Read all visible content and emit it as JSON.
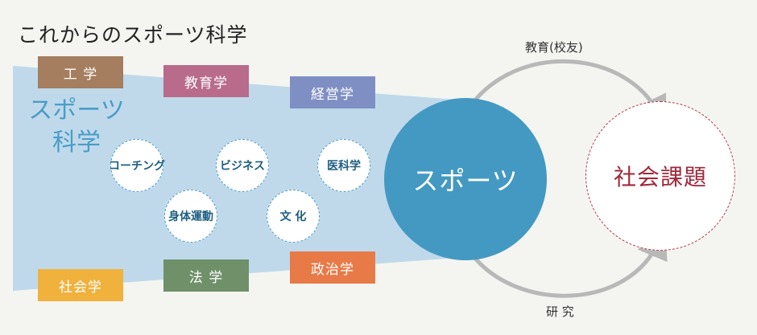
{
  "title": "これからのスポーツ科学",
  "sports_science": {
    "line1": "スポーツ",
    "line2": "科学"
  },
  "fields": [
    {
      "label": "工 学",
      "color": "#a47e5e"
    },
    {
      "label": "教育学",
      "color": "#b86b8b"
    },
    {
      "label": "経営学",
      "color": "#7f8fc4"
    },
    {
      "label": "社会学",
      "color": "#f0b13d"
    },
    {
      "label": "法 学",
      "color": "#6f9068"
    },
    {
      "label": "政治学",
      "color": "#e87a47"
    }
  ],
  "topics": [
    "コーチング",
    "ビジネス",
    "医科学",
    "身体運動",
    "文 化"
  ],
  "center": {
    "label": "スポーツ"
  },
  "target": {
    "label": "社会課題"
  },
  "arrows": {
    "top": "教育(校友)",
    "bottom": "研 究"
  }
}
